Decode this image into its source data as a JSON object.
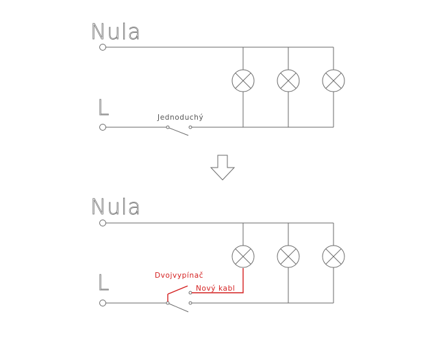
{
  "top_circuit": {
    "neutral_label": "Nula",
    "line_label": "L",
    "switch_label": "Jednoduchý"
  },
  "bottom_circuit": {
    "neutral_label": "Nula",
    "line_label": "L",
    "switch_label": "Dvojvypínač",
    "new_cable_label": "Nový kabl"
  },
  "colors": {
    "wire": "#6a6a6a",
    "new_wire": "#d42020"
  }
}
